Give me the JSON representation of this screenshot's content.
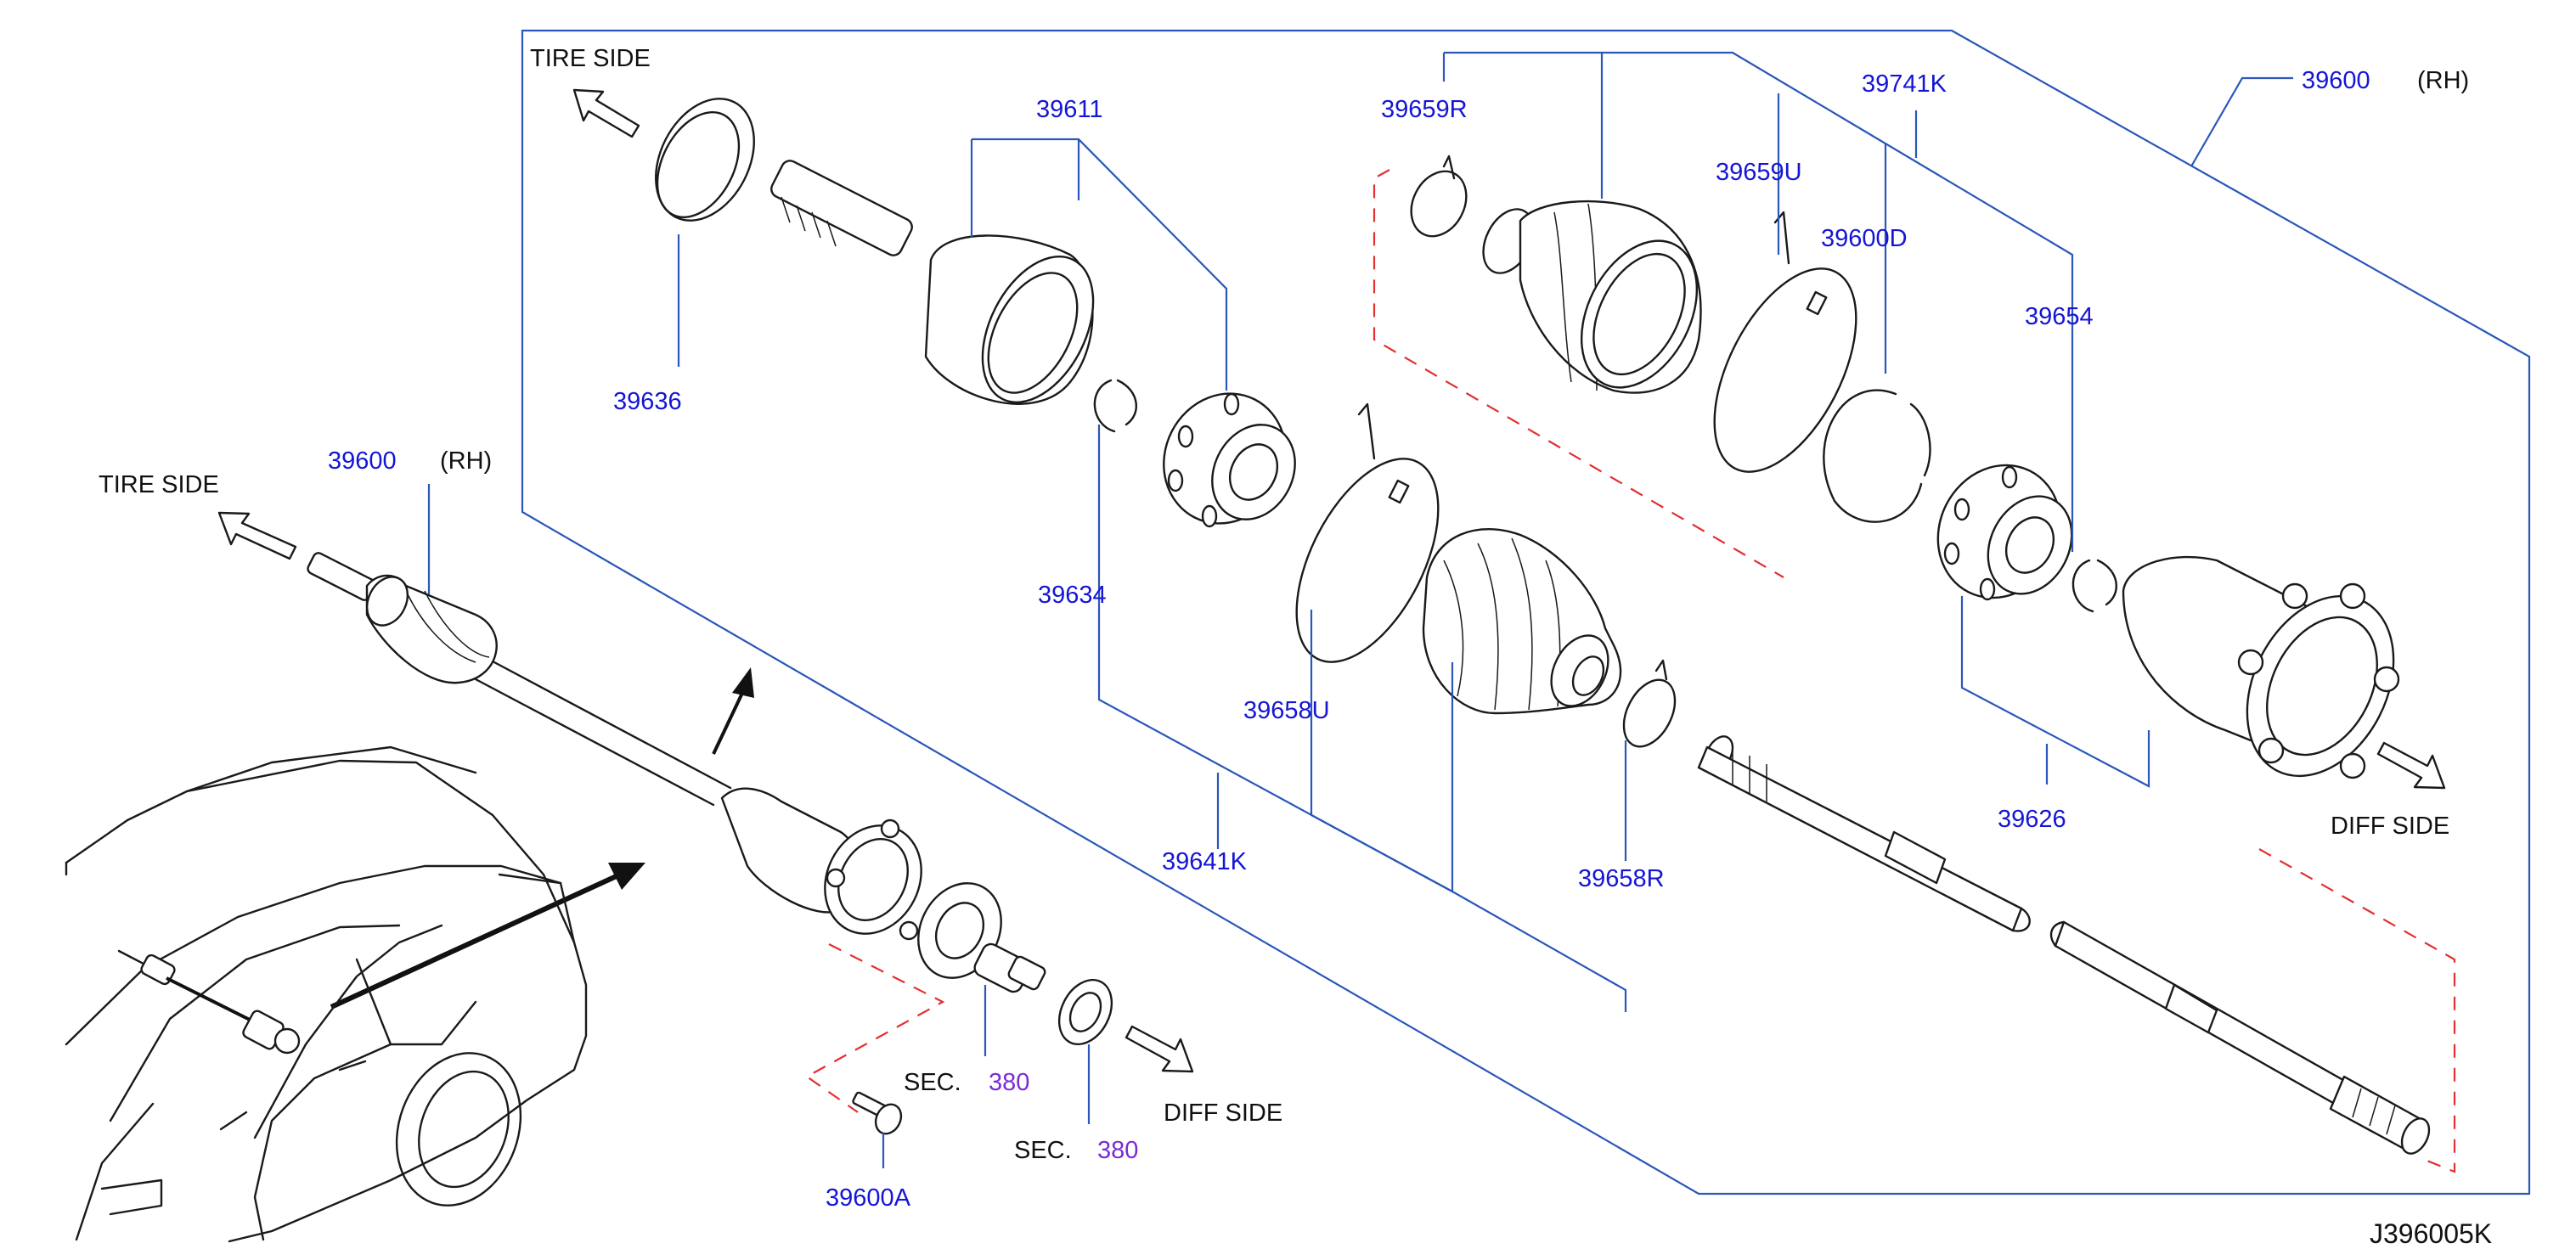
{
  "labels": {
    "tire_side_top": "TIRE  SIDE",
    "tire_side_left": "TIRE  SIDE",
    "diff_side_right": "DIFF  SIDE",
    "diff_side_bottom": "DIFF  SIDE",
    "rh_top": "(RH)",
    "rh_left": "(RH)",
    "sec_1": "SEC.",
    "sec_1_num": "380",
    "sec_2": "SEC.",
    "sec_2_num": "380"
  },
  "part_numbers": {
    "p39600_top": "39600",
    "p39600_left": "39600",
    "p39611": "39611",
    "p39636": "39636",
    "p39634": "39634",
    "p39641K": "39641K",
    "p39658U": "39658U",
    "p39658R": "39658R",
    "p39659R": "39659R",
    "p39659U": "39659U",
    "p39741K": "39741K",
    "p39600D": "39600D",
    "p39654": "39654",
    "p39626": "39626",
    "p39600A": "39600A"
  },
  "diagram_ref": "J396005K",
  "colors": {
    "part_number": "#1515d6",
    "section_ref": "#7a2bd6",
    "leader_line": "#2a57b8",
    "dashed_line": "#e33030",
    "outline": "#1a1a1a"
  }
}
